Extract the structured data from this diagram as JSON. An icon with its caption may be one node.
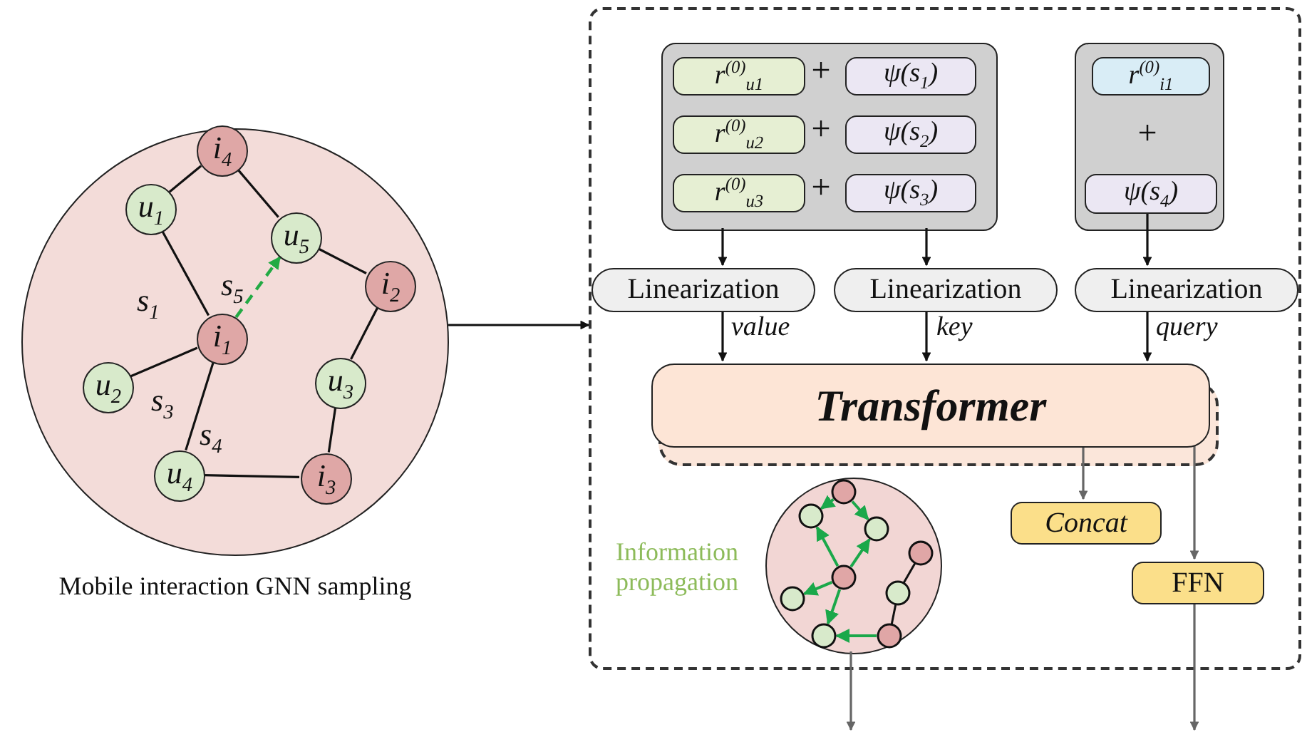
{
  "diagram": {
    "nodes": [
      {
        "text": [],
        "shape": "circle",
        "beside": [
          "Mobile interaction GNN sampling"
        ]
      },
      {
        "text": [
          "i$_{4}$"
        ],
        "in": 0
      },
      {
        "text": [
          "u$_{1}$"
        ],
        "in": 0
      },
      {
        "text": [
          "u$_{5}$"
        ],
        "in": 0
      },
      {
        "text": [
          "i$_{2}$"
        ],
        "in": 0
      },
      {
        "text": [
          "i$_{1}$"
        ],
        "in": 0
      },
      {
        "text": [
          "u$_{2}$"
        ],
        "in": 0
      },
      {
        "text": [
          "u$_{3}$"
        ],
        "in": 0
      },
      {
        "text": [
          "u$_{4}$"
        ],
        "in": 0
      },
      {
        "text": [
          "i$_{3}$"
        ],
        "in": 0
      },
      {
        "text": [],
        "shape": "box"
      },
      {
        "text": [],
        "shape": "box",
        "in": 10
      },
      {
        "text": [
          "r$^{(0)}$$_{u1}$"
        ],
        "in": 11
      },
      {
        "text": [
          "ψ(s$_{1}$)"
        ],
        "in": 11
      },
      {
        "text": [
          "r$^{(0)}$$_{u2}$"
        ],
        "in": 11
      },
      {
        "text": [
          "ψ(s$_{2}$)"
        ],
        "in": 11
      },
      {
        "text": [
          "r$^{(0)}$$_{u3}$"
        ],
        "in": 11
      },
      {
        "text": [
          "ψ(s$_{3}$)"
        ],
        "in": 11
      },
      {
        "text": [],
        "shape": "box",
        "in": 10
      },
      {
        "text": [
          "r$^{(0)}$$_{i1}$"
        ],
        "in": 18
      },
      {
        "text": [
          "ψ(s$_{4}$)"
        ],
        "in": 18
      },
      {
        "text": [
          "Linearization"
        ],
        "in": 10
      },
      {
        "text": [
          "Linearization"
        ],
        "in": 10
      },
      {
        "text": [
          "Linearization"
        ],
        "in": 10
      },
      {
        "text": [
          "Transformer"
        ],
        "in": 10
      },
      {
        "text": [],
        "shape": "circle",
        "in": 10,
        "beside": [
          "Information propagation"
        ]
      },
      {
        "text": [
          "Concat"
        ],
        "in": 10
      },
      {
        "text": [
          "FFN"
        ],
        "in": 10
      }
    ],
    "edges": [
      {
        "from": 1,
        "to": 2,
        "arrow": "none"
      },
      {
        "from": 1,
        "to": 3,
        "arrow": "none"
      },
      {
        "from": 3,
        "to": 4,
        "arrow": "none"
      },
      {
        "from": 2,
        "to": 5,
        "arrow": "none",
        "label": "s$_{1}$"
      },
      {
        "from": 5,
        "to": 3,
        "arrow": "to",
        "label": "s$_{5}$",
        "style": "dashed",
        "color": "#22aa44"
      },
      {
        "from": 5,
        "to": 6,
        "arrow": "none",
        "label": "s$_{3}$"
      },
      {
        "from": 4,
        "to": 7,
        "arrow": "none"
      },
      {
        "from": 5,
        "to": 8,
        "arrow": "none",
        "label": "s$_{4}$"
      },
      {
        "from": 7,
        "to": 9,
        "arrow": "none"
      },
      {
        "from": 8,
        "to": 9,
        "arrow": "none"
      },
      {
        "from": 0,
        "to": 10,
        "arrow": "to"
      },
      {
        "from": 11,
        "to": 21,
        "arrow": "to"
      },
      {
        "from": 11,
        "to": 22,
        "arrow": "to"
      },
      {
        "from": 20,
        "to": 23,
        "arrow": "to"
      },
      {
        "from": 21,
        "to": 24,
        "arrow": "to",
        "label": "value"
      },
      {
        "from": 22,
        "to": 24,
        "arrow": "to",
        "label": "key"
      },
      {
        "from": 23,
        "to": 24,
        "arrow": "to",
        "label": "query"
      },
      {
        "from": 24,
        "to": 26,
        "arrow": "to",
        "color": "#666666"
      },
      {
        "from": 24,
        "to": 27,
        "arrow": "to",
        "color": "#666666"
      },
      {
        "from": 25,
        "to": null,
        "arrow": "to",
        "color": "#666666"
      },
      {
        "from": 27,
        "to": null,
        "arrow": "to",
        "color": "#666666"
      }
    ],
    "labels": [
      "+",
      "+",
      "+",
      "+"
    ]
  }
}
